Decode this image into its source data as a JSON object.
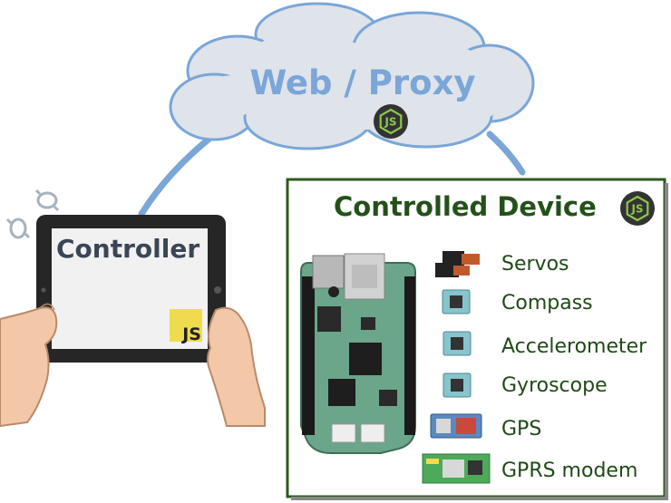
{
  "cloud": {
    "label": "Web / Proxy"
  },
  "device": {
    "title": "Controlled Device",
    "components": [
      {
        "label": "Servos",
        "icon": "servo-icon"
      },
      {
        "label": "Compass",
        "icon": "sensor-module-icon"
      },
      {
        "label": "Accelerometer",
        "icon": "sensor-module-icon"
      },
      {
        "label": "Gyroscope",
        "icon": "sensor-module-icon"
      },
      {
        "label": "GPS",
        "icon": "gps-module-icon"
      },
      {
        "label": "GPRS modem",
        "icon": "gprs-modem-icon"
      }
    ]
  },
  "controller": {
    "label": "Controller",
    "js_badge": "JS"
  },
  "nodejs_badge": "JS",
  "colors": {
    "cloud_fill": "#dfe3ea",
    "cloud_stroke": "#7aa6d8",
    "connector": "#7aa6d8",
    "device_border": "#2e5a1e",
    "device_text": "#24501a",
    "board_pcb": "#6ba58a",
    "js_yellow": "#f0db4f",
    "node_green": "#8cc84b"
  }
}
